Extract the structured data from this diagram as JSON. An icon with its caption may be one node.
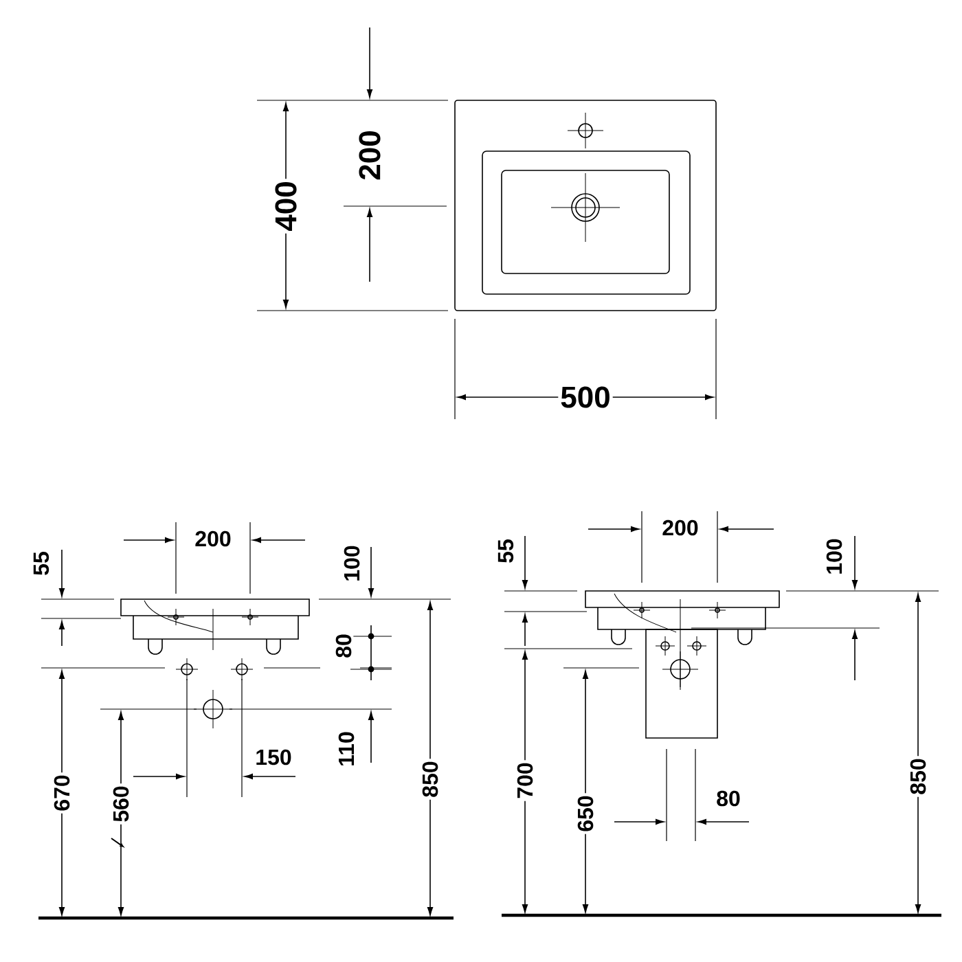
{
  "diagram": {
    "labels": [
      "400",
      "200",
      "500",
      "55",
      "200",
      "100",
      "80",
      "110",
      "150",
      "670",
      "560",
      "850",
      "55",
      "200",
      "100",
      "700",
      "650",
      "80",
      "850"
    ]
  }
}
